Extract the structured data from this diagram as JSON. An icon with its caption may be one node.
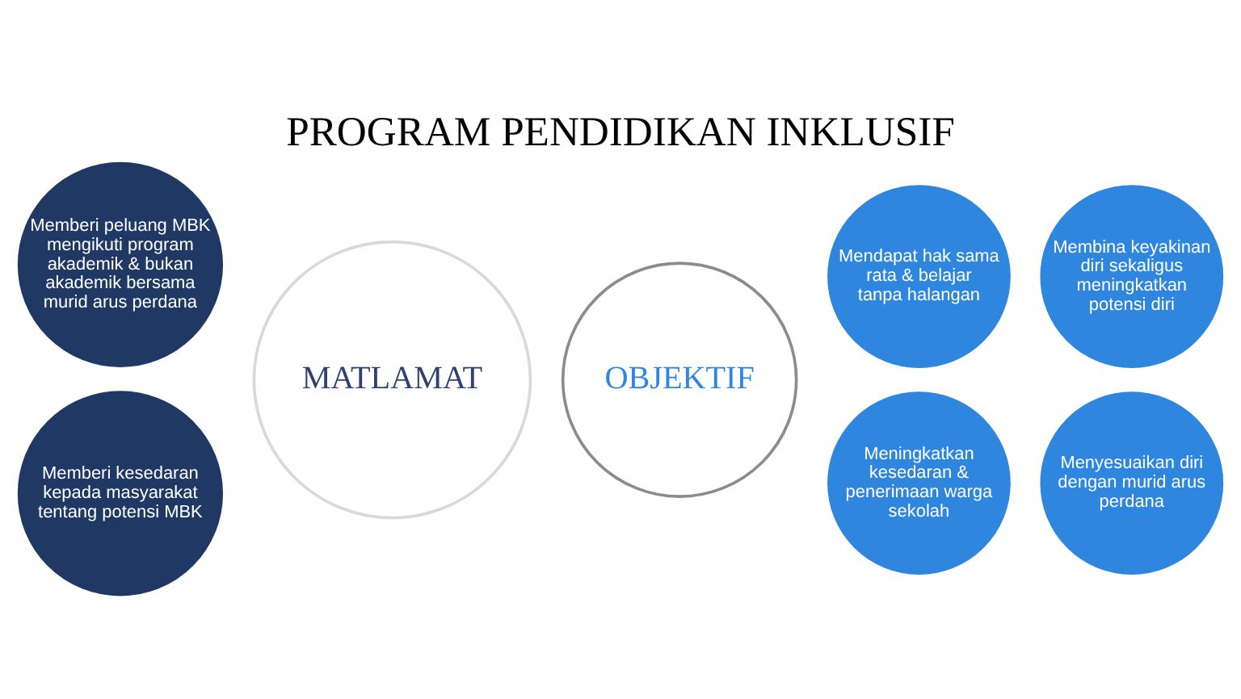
{
  "diagram": {
    "title": "PROGRAM PENDIDIKAN INKLUSIF",
    "nodes": [
      {
        "text": [
          "MATLAMAT"
        ]
      },
      {
        "text": [
          "Memberi peluang MBK mengikuti program akademik & bukan akademik bersama murid arus perdana"
        ]
      },
      {
        "text": [
          "Memberi kesedaran kepada masyarakat tentang potensi MBK"
        ]
      },
      {
        "text": [
          "OBJEKTIF"
        ]
      },
      {
        "text": [
          "Mendapat hak sama rata & belajar tanpa halangan"
        ]
      },
      {
        "text": [
          "Membina keyakinan diri sekaligus meningkatkan potensi diri"
        ]
      },
      {
        "text": [
          "Menyesuaikan diri dengan murid arus perdana"
        ]
      },
      {
        "text": [
          "Meningkatkan kesedaran & penerimaan warga sekolah"
        ]
      }
    ],
    "edges": []
  }
}
